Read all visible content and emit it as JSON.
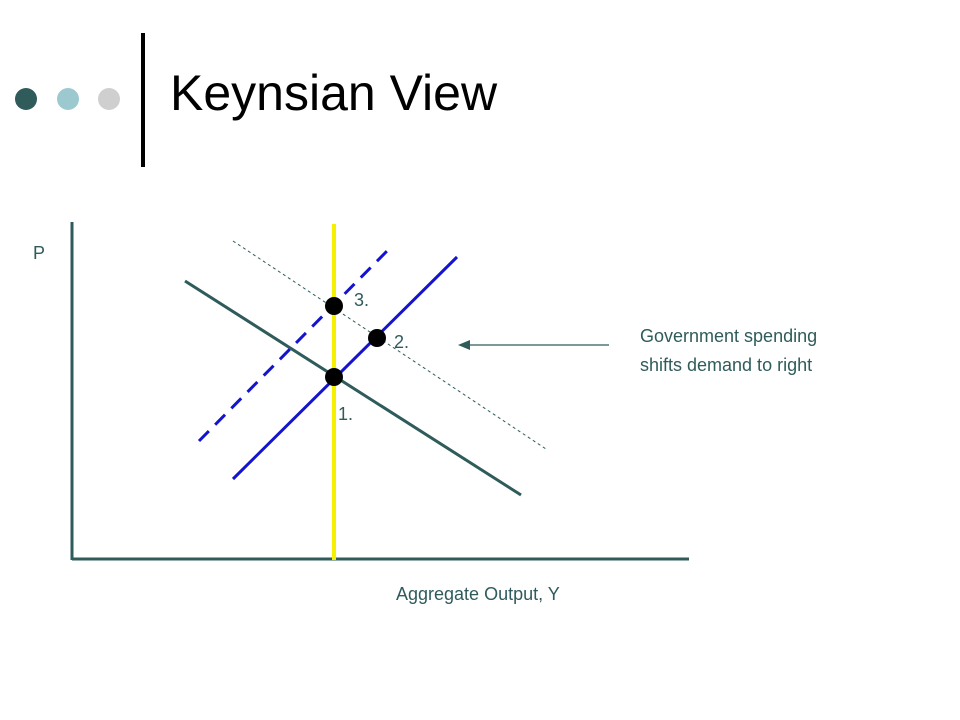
{
  "slide": {
    "title": "Keynsian View",
    "bullet_colors": [
      "#2f5b5b",
      "#9cc9d0",
      "#cfcfcf"
    ]
  },
  "diagram": {
    "y_axis_label": "P",
    "x_axis_label": "Aggregate Output, Y",
    "points": [
      {
        "label": "1."
      },
      {
        "label": "2."
      },
      {
        "label": "3."
      }
    ],
    "annotation": {
      "line1": "Government spending",
      "line2": "shifts demand to right"
    },
    "colors": {
      "axis": "#2f5b5b",
      "aggregate_demand": "#2f5b5b",
      "aggregate_demand_shifted": "#2f5b5b",
      "long_run_supply": "#f5f000",
      "short_run_supply": "#1414cc",
      "short_run_supply_shifted": "#1414cc",
      "equilibrium_point": "#000000",
      "text": "#2f5b5b",
      "arrow": "#2f5b5b"
    }
  }
}
